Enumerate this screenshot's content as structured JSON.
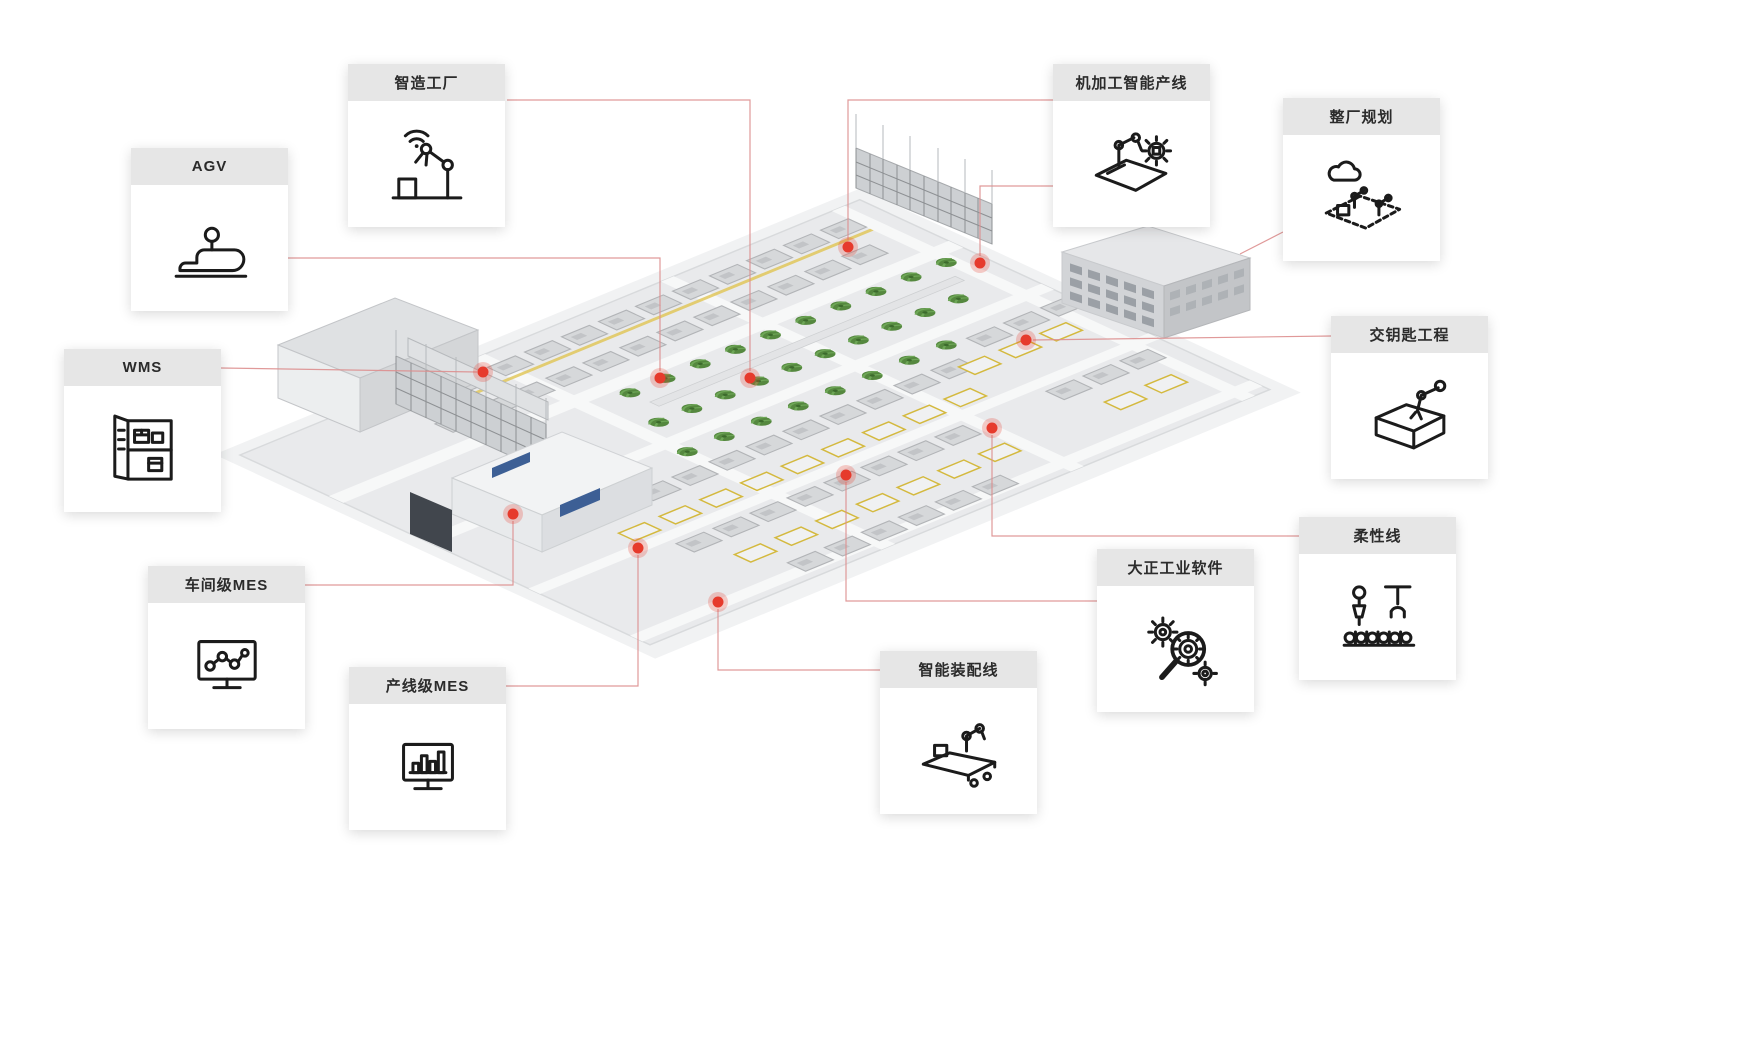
{
  "page": {
    "type": "smart-factory-infographic",
    "language": "zh-CN"
  },
  "colors": {
    "marker": "#e63a2c",
    "connector": "#dd8f8f",
    "card_header": "#e6e6e6",
    "card_bg": "#ffffff",
    "icon_stroke": "#1b1b1b",
    "tree": "#55883f",
    "fence": "#d4b93e"
  },
  "callouts": [
    {
      "id": "agv",
      "label": "AGV",
      "icon": "agv-icon"
    },
    {
      "id": "smart-factory",
      "label": "智造工厂",
      "icon": "smart-factory-icon"
    },
    {
      "id": "machining-line",
      "label": "机加工智能产线",
      "icon": "machining-line-icon"
    },
    {
      "id": "plant-planning",
      "label": "整厂规划",
      "icon": "plant-planning-icon"
    },
    {
      "id": "wms",
      "label": "WMS",
      "icon": "wms-icon"
    },
    {
      "id": "turnkey",
      "label": "交钥匙工程",
      "icon": "turnkey-icon"
    },
    {
      "id": "flexible-line",
      "label": "柔性线",
      "icon": "flexible-line-icon"
    },
    {
      "id": "industrial-software",
      "label": "大正工业软件",
      "icon": "industrial-software-icon"
    },
    {
      "id": "workshop-mes",
      "label": "车间级MES",
      "icon": "workshop-mes-icon"
    },
    {
      "id": "line-mes",
      "label": "产线级MES",
      "icon": "line-mes-icon"
    },
    {
      "id": "assembly-line",
      "label": "智能装配线",
      "icon": "assembly-line-icon"
    }
  ],
  "map": {
    "marker_count": 11
  }
}
